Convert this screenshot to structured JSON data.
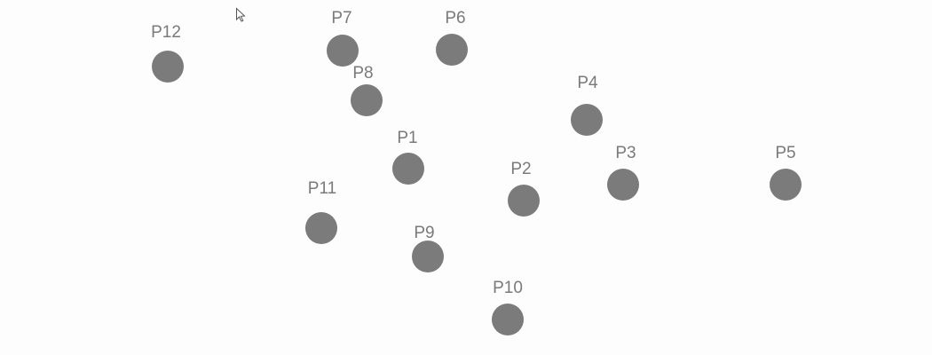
{
  "points": [
    {
      "id": "p12",
      "label": "P12"
    },
    {
      "id": "p7",
      "label": "P7"
    },
    {
      "id": "p6",
      "label": "P6"
    },
    {
      "id": "p8",
      "label": "P8"
    },
    {
      "id": "p4",
      "label": "P4"
    },
    {
      "id": "p1",
      "label": "P1"
    },
    {
      "id": "p3",
      "label": "P3"
    },
    {
      "id": "p5",
      "label": "P5"
    },
    {
      "id": "p2",
      "label": "P2"
    },
    {
      "id": "p11",
      "label": "P11"
    },
    {
      "id": "p9",
      "label": "P9"
    },
    {
      "id": "p10",
      "label": "P10"
    }
  ],
  "colors": {
    "dot": "#7b7b7b",
    "label": "#7a7a7a",
    "background": "#fdfdfd"
  },
  "icons": {
    "cursor": "mouse-pointer-icon"
  }
}
